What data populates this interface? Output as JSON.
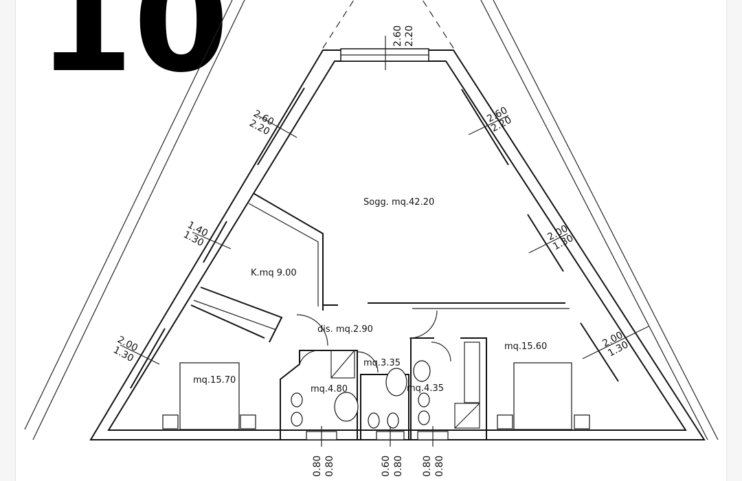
{
  "plan_number": "10",
  "rooms": {
    "soggiorno": "Sogg. mq.42.20",
    "kitchen": "K.mq  9.00",
    "disimpegno": "dis. mq.2.90",
    "bedroom_left": "mq.15.70",
    "bedroom_right": "mq.15.60",
    "bath_left": "mq.4.80",
    "bath_center": "mq.3.35",
    "bath_right": "mq.4.35"
  },
  "window_dims": {
    "top": {
      "a": "2.60",
      "b": "2.20"
    },
    "left_upper": {
      "a": "2.60",
      "b": "2.20"
    },
    "right_upper": {
      "a": "2.60",
      "b": "2.20"
    },
    "left_mid": {
      "a": "1.40",
      "b": "1.30"
    },
    "right_mid": {
      "a": "2.00",
      "b": "1.30"
    },
    "left_lower": {
      "a": "2.00",
      "b": "1.30"
    },
    "right_lower": {
      "a": "2.00",
      "b": "1.30"
    },
    "bottom_1": {
      "a": "0.80",
      "b": "0.80"
    },
    "bottom_2": {
      "a": "0.60",
      "b": "0.80"
    },
    "bottom_3": {
      "a": "0.80",
      "b": "0.80"
    }
  }
}
